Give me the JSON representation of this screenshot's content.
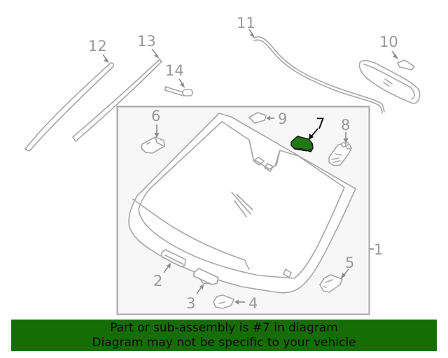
{
  "diagram": {
    "highlight_color": "#1f7a12",
    "box_background": "#f7f7f7",
    "line_color": "#a6a6a6",
    "callouts": [
      {
        "id": "1",
        "label": "1",
        "part": "windshield-assembly"
      },
      {
        "id": "2",
        "label": "2",
        "part": "bracket"
      },
      {
        "id": "3",
        "label": "3",
        "part": "bracket"
      },
      {
        "id": "4",
        "label": "4",
        "part": "clip"
      },
      {
        "id": "5",
        "label": "5",
        "part": "clip"
      },
      {
        "id": "6",
        "label": "6",
        "part": "bracket"
      },
      {
        "id": "7",
        "label": "7",
        "part": "bracket",
        "highlighted": true
      },
      {
        "id": "8",
        "label": "8",
        "part": "sensor-bracket"
      },
      {
        "id": "9",
        "label": "9",
        "part": "pad"
      },
      {
        "id": "10",
        "label": "10",
        "part": "rear-view-mirror"
      },
      {
        "id": "11",
        "label": "11",
        "part": "upper-molding"
      },
      {
        "id": "12",
        "label": "12",
        "part": "side-molding"
      },
      {
        "id": "13",
        "label": "13",
        "part": "side-molding-retainer"
      },
      {
        "id": "14",
        "label": "14",
        "part": "pin"
      }
    ]
  },
  "banner": {
    "line1": "Part or sub-assembly is #7 in diagram",
    "line2": "Diagram may not be specific to your vehicle",
    "background": "#166c05"
  }
}
